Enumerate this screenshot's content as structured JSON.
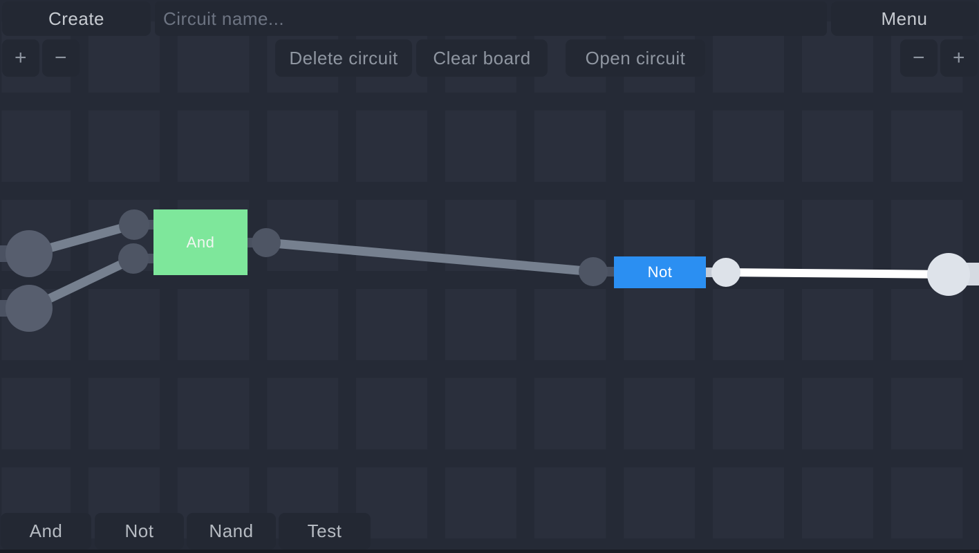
{
  "toolbar": {
    "create_label": "Create",
    "circuit_name_placeholder": "Circuit name...",
    "circuit_name_value": "",
    "menu_label": "Menu",
    "delete_circuit_label": "Delete circuit",
    "clear_board_label": "Clear board",
    "open_circuit_label": "Open circuit",
    "zoom_in_label": "+",
    "zoom_out_label": "−"
  },
  "palette": {
    "items": [
      {
        "label": "And"
      },
      {
        "label": "Not"
      },
      {
        "label": "Nand"
      },
      {
        "label": "Test"
      }
    ]
  },
  "circuit": {
    "gates": [
      {
        "label": "And",
        "type": "And",
        "color": "#7ee79b",
        "inputs": 2,
        "outputs": 1,
        "output_state": "off"
      },
      {
        "label": "Not",
        "type": "Not",
        "color": "#2b8ff2",
        "inputs": 1,
        "outputs": 1,
        "output_state": "on"
      }
    ],
    "input_terminals": [
      {
        "state": "off"
      },
      {
        "state": "off"
      }
    ],
    "output_terminals": [
      {
        "state": "on"
      }
    ],
    "wires": [
      {
        "from": "input-terminal-1",
        "to": "and-input-1",
        "state": "off"
      },
      {
        "from": "input-terminal-2",
        "to": "and-input-2",
        "state": "off"
      },
      {
        "from": "and-output",
        "to": "not-input",
        "state": "off"
      },
      {
        "from": "not-output",
        "to": "output-terminal-1",
        "state": "on"
      }
    ]
  },
  "colors": {
    "background": "#252a36",
    "tile": "#2a2f3c",
    "button_bg": "#232833",
    "and_gate": "#7ee79b",
    "not_gate": "#2b8ff2",
    "wire_off": "#76808f",
    "wire_on": "#ffffff",
    "node_off": "#4e5564",
    "node_on": "#dde2e9",
    "terminal_off": "#575e6e",
    "terminal_on": "#dee3ea"
  }
}
